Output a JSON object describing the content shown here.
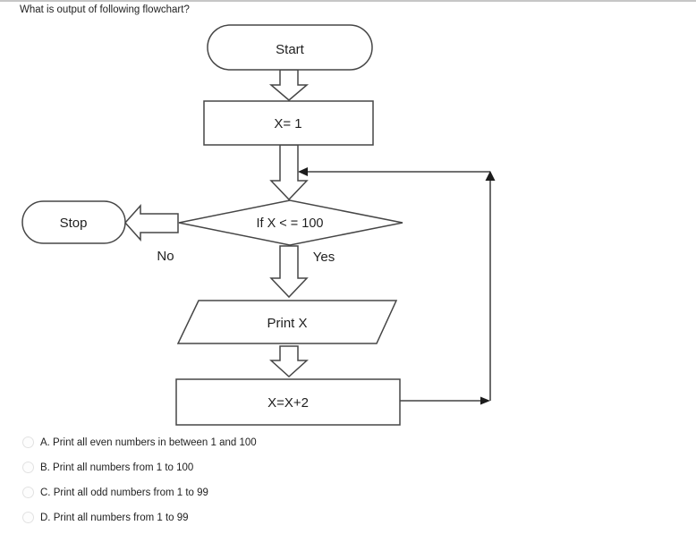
{
  "question": {
    "text": "What is output of following flowchart?"
  },
  "flowchart": {
    "start": "Start",
    "init": "X= 1",
    "decision": "If X < = 100",
    "no_label": "No",
    "yes_label": "Yes",
    "stop": "Stop",
    "print": "Print X",
    "increment": "X=X+2"
  },
  "options": [
    {
      "label": "A. Print all even numbers in between 1 and 100"
    },
    {
      "label": "B. Print all numbers from 1 to 100"
    },
    {
      "label": "C. Print all odd numbers from 1 to 99"
    },
    {
      "label": "D. Print all numbers from 1 to 99"
    }
  ],
  "colors": {
    "outline": "#464646",
    "connector": "#1c1c1c",
    "top_border": "#c6c6c6",
    "text": "#1f1f1f",
    "radio_border": "#e2e2e2"
  }
}
